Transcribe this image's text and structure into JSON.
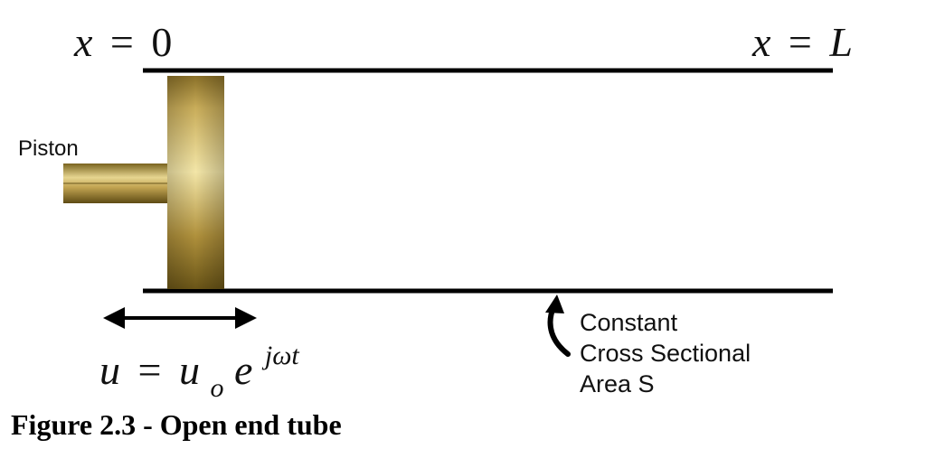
{
  "labels": {
    "x_start_var": "x",
    "x_start_eq": "=",
    "x_start_val": "0",
    "x_end_var": "x",
    "x_end_eq": "=",
    "x_end_val": "L",
    "piston": "Piston",
    "area_line1": "Constant",
    "area_line2": "Cross Sectional",
    "area_line3": "Area S",
    "eq_u": "u",
    "eq_equals": "=",
    "eq_u0": "u",
    "eq_sub_o": "o",
    "eq_e": "e",
    "eq_exp": "jωt"
  },
  "caption": "Figure 2.3 - Open end tube",
  "colors": {
    "line": "#000000",
    "brass_dark": "#6e5a1c",
    "brass_mid": "#b89a3e",
    "brass_light": "#f0e2a2"
  }
}
